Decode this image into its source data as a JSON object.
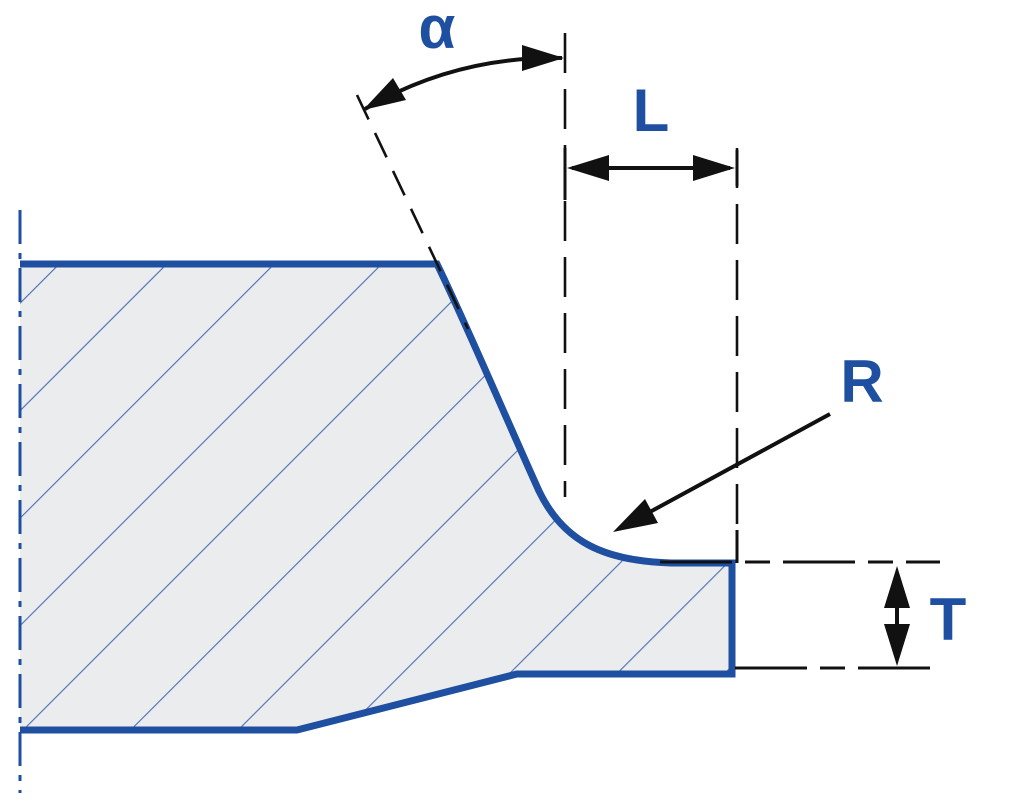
{
  "diagram": {
    "title": "weld-bevel-cross-section",
    "labels": {
      "angle": "α",
      "length": "L",
      "radius": "R",
      "thickness": "T"
    },
    "colors": {
      "outline": "#1e4fa0",
      "hatch": "#4b6fb3",
      "fill": "#ebeced",
      "label": "#1e4fa0",
      "dim": "#111111",
      "bg": "#ffffff"
    }
  }
}
